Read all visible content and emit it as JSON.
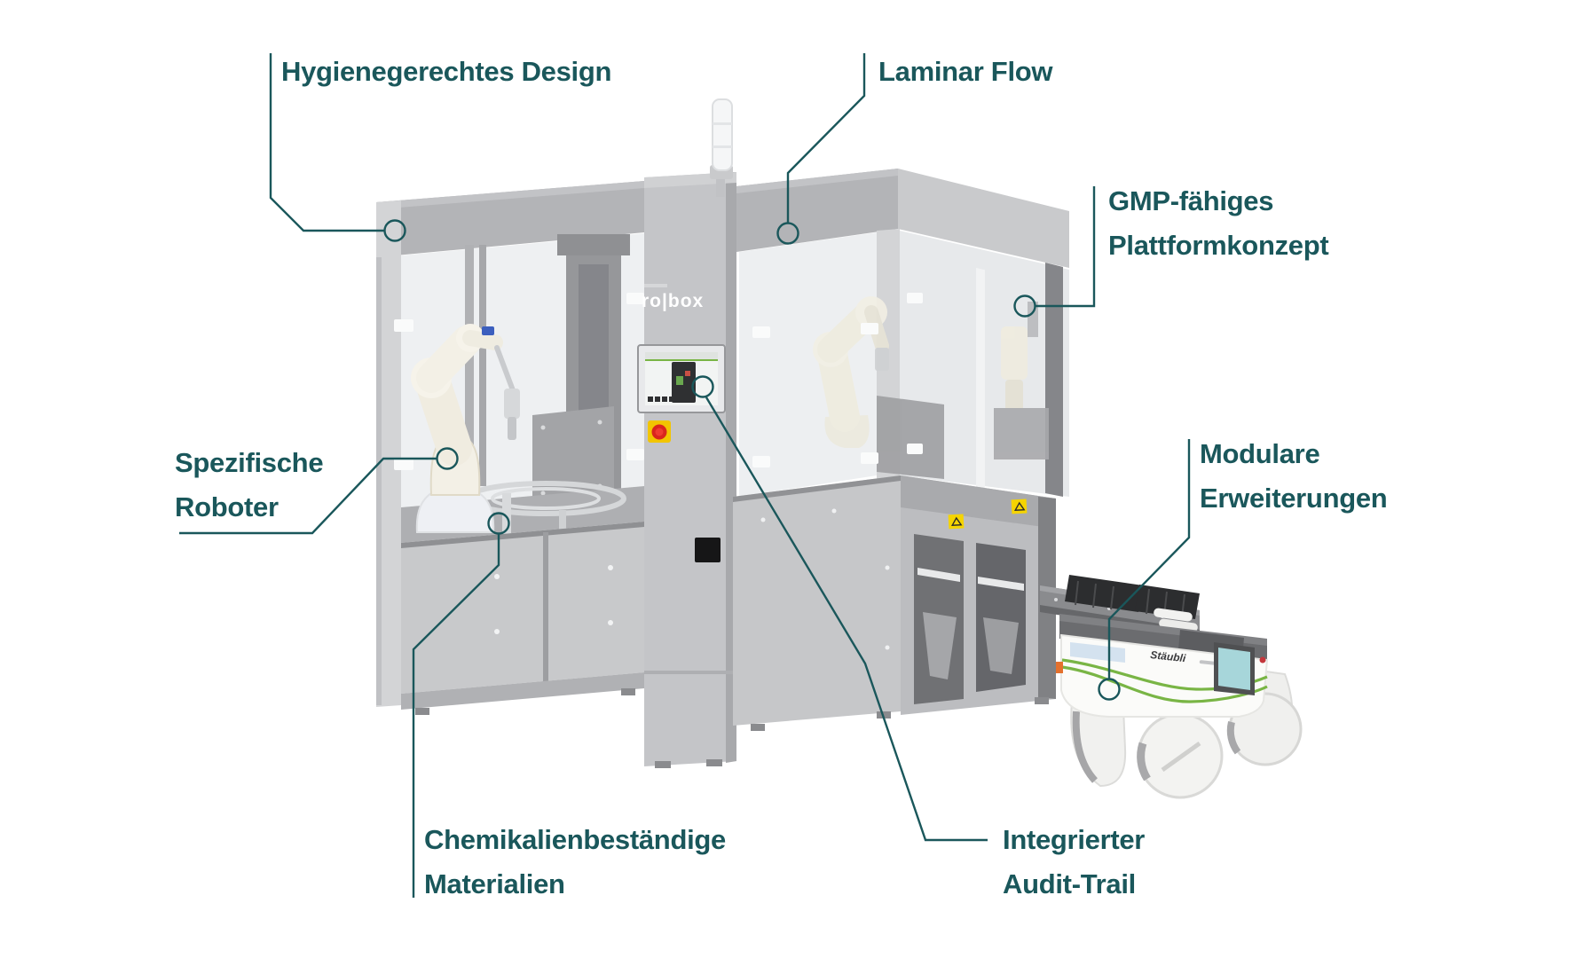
{
  "diagram": {
    "labels": {
      "hygienic": "Hygienegerechtes Design",
      "laminar": "Laminar Flow",
      "gmp_line1": "GMP-fähiges",
      "gmp_line2": "Plattformkonzept",
      "robot_line1": "Spezifische",
      "robot_line2": "Roboter",
      "modular_line1": "Modulare",
      "modular_line2": "Erweiterungen",
      "chemical_line1": "Chemikalienbeständige",
      "chemical_line2": "Materialien",
      "audit_line1": "Integrierter",
      "audit_line2": "Audit-Trail"
    },
    "machine": {
      "logo": "ro|box",
      "agv_brand": "Stäubli"
    },
    "colors": {
      "accent_teal": "#1a575b",
      "agv_accent_green": "#79b545",
      "estop_red": "#d9251d",
      "estop_yellow": "#f2c500",
      "warning_yellow": "#f5d400"
    }
  }
}
